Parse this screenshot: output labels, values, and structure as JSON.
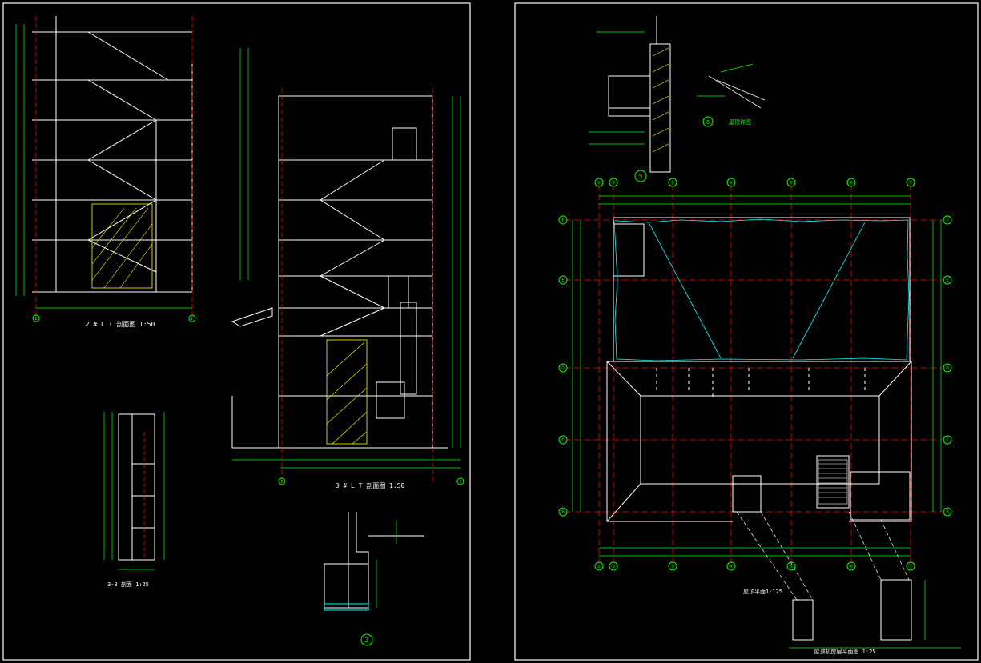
{
  "colors": {
    "background": "#000000",
    "frame": "#ffffff",
    "dimension": "#00ff00",
    "axis": "#ff0000",
    "roof": "#00ffff",
    "hatch": "#ffff00",
    "text": "#ffffff"
  },
  "sheet_left": {
    "section_2": {
      "title": "2 # L T 剖面图 1:50",
      "axis_left": "E",
      "axis_right": "F"
    },
    "section_3": {
      "title": "3 # L T 剖面图 1:50",
      "axis_left": "B",
      "axis_right": "C"
    },
    "section_33": {
      "title": "3-3 剖面 1:25"
    },
    "detail": {
      "number": "3"
    }
  },
  "sheet_right": {
    "detail_5": {
      "number": "5"
    },
    "detail_6": {
      "number": "6",
      "title": "屋顶详图"
    },
    "roof_plan": {
      "title": "屋顶平面",
      "scale": "1:125",
      "top_axes": [
        "①",
        "②",
        "③",
        "④",
        "⑤",
        "⑥",
        "⑦"
      ],
      "left_axes": [
        "F",
        "E",
        "D",
        "C",
        "B"
      ],
      "right_axes": [
        "F",
        "E",
        "D",
        "C",
        "B"
      ]
    },
    "bottom_title": "屋顶机房层平面图 1:25"
  }
}
